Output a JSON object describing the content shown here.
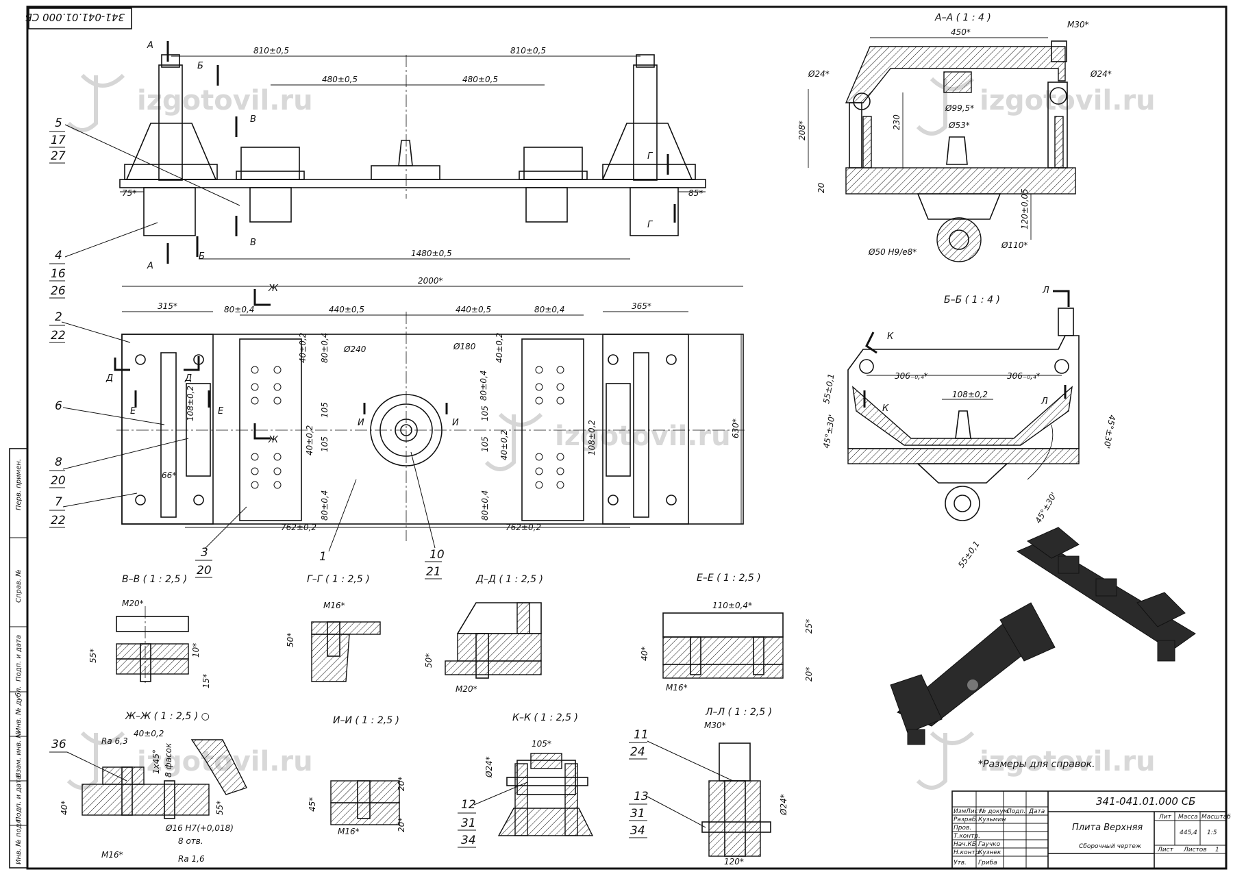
{
  "doc_code_stamp": "341-041.01.000 СБ",
  "watermark": "izgotovil.ru",
  "note": "*Размеры для справок.",
  "title_block": {
    "code": "341-041.01.000 СБ",
    "name": "Плита Верхняя",
    "doc_type": "Сборочный чертеж",
    "col_lit": "Лит",
    "col_mass": "Масса",
    "col_scale": "Масштаб",
    "mass": "445,4",
    "scale": "1:5",
    "sheet": "Лист",
    "sheets": "Листов",
    "sheets_value": "1",
    "hdr": [
      "Изм",
      "Лист",
      "№ докум.",
      "Подп.",
      "Дата"
    ],
    "roles": [
      "Разраб.",
      "Пров.",
      "Т.контр.",
      "Нач.КБ",
      "Н.контр.",
      "Утв."
    ],
    "names": [
      "Кузьмин",
      "",
      "",
      "Гаучко",
      "Кузнек",
      "Гриба"
    ]
  },
  "side_strip": [
    "Перв. примен.",
    "Справ. №",
    "Подп. и дата",
    "Инв. № дубл.",
    "Взам. инв. №",
    "Подп. и дата",
    "Инв. № подл."
  ],
  "views": {
    "aa": "А–А ( 1 : 4 )",
    "bb": "Б–Б ( 1 : 4 )",
    "vv": "В–В ( 1 : 2,5 )",
    "gg": "Г–Г ( 1 : 2,5 )",
    "dd": "Д–Д ( 1 : 2,5 )",
    "ee": "Е–Е ( 1 : 2,5 )",
    "zhzh": "Ж–Ж ( 1 : 2,5 ) ○",
    "ii": "И–И ( 1 : 2,5 )",
    "kk": "К–К ( 1 : 2,5 )",
    "ll": "Л–Л ( 1 : 2,5 )"
  },
  "dims_front": [
    "810±0,5",
    "810±0,5",
    "480±0,5",
    "480±0,5",
    "1480±0,5",
    "75*",
    "85*"
  ],
  "dims_plan": [
    "2000*",
    "315*",
    "365*",
    "80±0,4",
    "440±0,5",
    "440±0,5",
    "80±0,4",
    "Ø240",
    "Ø180",
    "630*",
    "762±0,2",
    "762±0,2",
    "40±0,2",
    "80±0,4",
    "105",
    "105",
    "40±0,2",
    "80±0,4",
    "108±0,2",
    "66*",
    "40±0,2",
    "80±0,4",
    "105",
    "105",
    "40±0,2",
    "80±0,4",
    "108±0,2"
  ],
  "dims_aa": [
    "450*",
    "М30*",
    "Ø24*",
    "Ø24*",
    "Ø99,5*",
    "Ø53*",
    "230",
    "208*",
    "20",
    "120±0,05",
    "Ø50 H9/e8*",
    "Ø110*"
  ],
  "dims_bb": [
    "306₋₀,₄*",
    "306₋₀,₄*",
    "108±0,2",
    "55±0,1",
    "45°±30'",
    "45°±30'",
    "45°±30'",
    "55±0,1"
  ],
  "dims_small": {
    "vv": [
      "М20*",
      "10*",
      "55*",
      "15*"
    ],
    "gg": [
      "М16*",
      "50*"
    ],
    "dd": [
      "50*",
      "М20*"
    ],
    "ee": [
      "110±0,4*",
      "25*",
      "40*",
      "М16*",
      "20*"
    ],
    "zhzh": [
      "Ra 6,3",
      "40±0,2",
      "1x45°",
      "8 фасок",
      "40*",
      "55*",
      "Ø16 H7(+0,018)",
      "8 отв.",
      "М16*",
      "Ra 1,6"
    ],
    "ii": [
      "45*",
      "20*",
      "20*",
      "М16*"
    ],
    "kk": [
      "105*",
      "Ø24*"
    ],
    "ll": [
      "М30*",
      "Ø24*",
      "120*"
    ]
  },
  "section_letters": [
    "А",
    "А",
    "Б",
    "Б",
    "В",
    "В",
    "Г",
    "Г",
    "Ж",
    "Ж",
    "Д",
    "Д",
    "Е",
    "Е",
    "И",
    "И",
    "К",
    "К",
    "Л",
    "Л"
  ],
  "pos_front": [
    [
      "5",
      "17",
      "27"
    ],
    [
      "4",
      "16",
      "26"
    ]
  ],
  "pos_plan": [
    [
      "2",
      "22"
    ],
    [
      "6"
    ],
    [
      "8",
      "20"
    ],
    [
      "7",
      "22"
    ],
    [
      "3",
      "20"
    ],
    [
      "1"
    ],
    [
      "10",
      "21"
    ]
  ],
  "pos_ll": [
    [
      "11",
      "24"
    ],
    [
      "13",
      "31",
      "34"
    ]
  ],
  "pos_kk": [
    [
      "12",
      "31",
      "34"
    ]
  ],
  "pos_zh": [
    "36"
  ]
}
